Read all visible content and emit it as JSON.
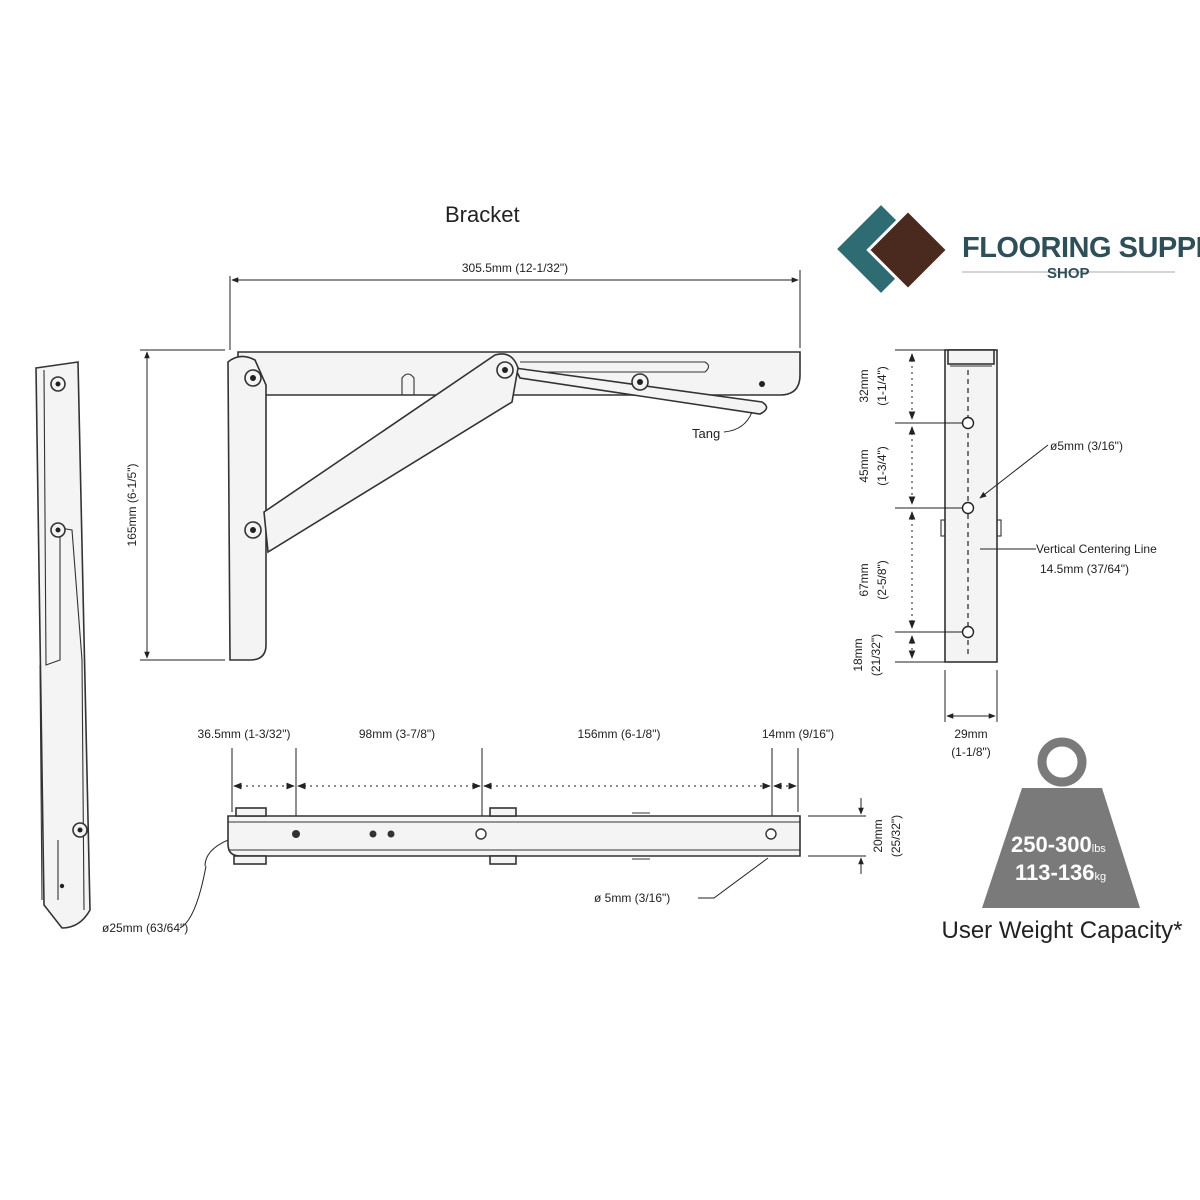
{
  "title": "Bracket",
  "brand": {
    "name": "FLOORING SUPPLY",
    "sub": "SHOP",
    "color_teal": "#2e6b73",
    "color_brown": "#4a2a1f"
  },
  "side_view": {
    "width_label": "305.5mm (12-1/32\")",
    "height_label": "165mm (6-1/5\")",
    "tang_label": "Tang"
  },
  "top_view": {
    "seg1": "36.5mm (1-3/32\")",
    "seg2": "98mm (3-7/8\")",
    "seg3": "156mm (6-1/8\")",
    "seg4": "14mm (9/16\")",
    "height_mm": "20mm",
    "height_in": "(25/32\")",
    "hole_label": "ø 5mm (3/16\")",
    "pin_label": "ø25mm (63/64\")"
  },
  "end_view": {
    "d1_mm": "32mm",
    "d1_in": "(1-1/4\")",
    "d2_mm": "45mm",
    "d2_in": "(1-3/4\")",
    "d3_mm": "67mm",
    "d3_in": "(2-5/8\")",
    "d4_mm": "18mm",
    "d4_in": "(21/32\")",
    "hole_label": "ø5mm (3/16\")",
    "center_label_1": "Vertical Centering Line",
    "center_label_2": "14.5mm (37/64\")",
    "width_mm": "29mm",
    "width_in": "(1-1/8\")"
  },
  "capacity": {
    "lbs_value": "250-300",
    "lbs_unit": "lbs",
    "kg_value": "113-136",
    "kg_unit": "kg",
    "caption": "User Weight Capacity*",
    "weight_color": "#7a7a7a"
  }
}
